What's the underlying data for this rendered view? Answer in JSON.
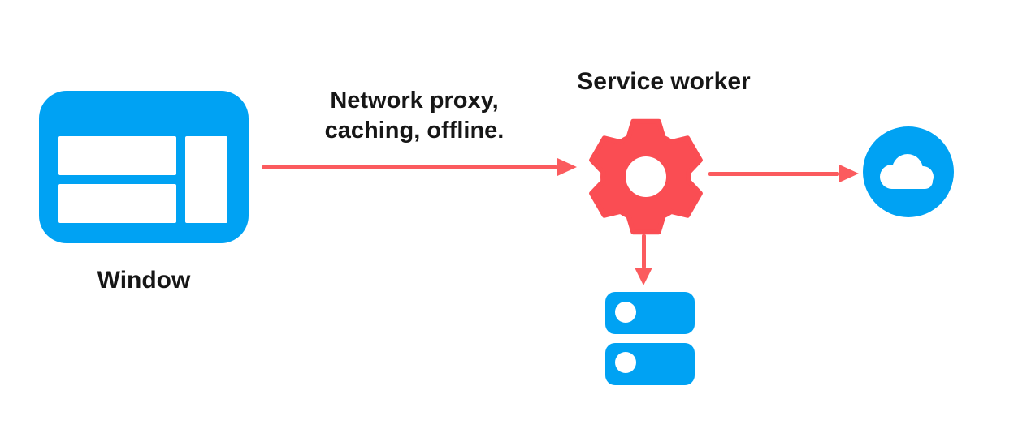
{
  "colors": {
    "azure": "#00A2F3",
    "red": "#FA4D53",
    "arrow": "#FB5B5E",
    "text": "#161616",
    "background": "#FFFFFF"
  },
  "nodes": {
    "window": {
      "label": "Window",
      "icon": "browser-window-icon"
    },
    "service_worker": {
      "label": "Service worker",
      "icon": "gear-icon"
    },
    "network": {
      "icon": "cloud-icon"
    },
    "storage": {
      "icon": "storage-stack-icon"
    }
  },
  "edges": {
    "window_to_service_worker": {
      "label": "Network proxy,\ncaching, offline.",
      "direction": "right"
    },
    "service_worker_to_network": {
      "direction": "right"
    },
    "service_worker_to_storage": {
      "direction": "down"
    }
  }
}
